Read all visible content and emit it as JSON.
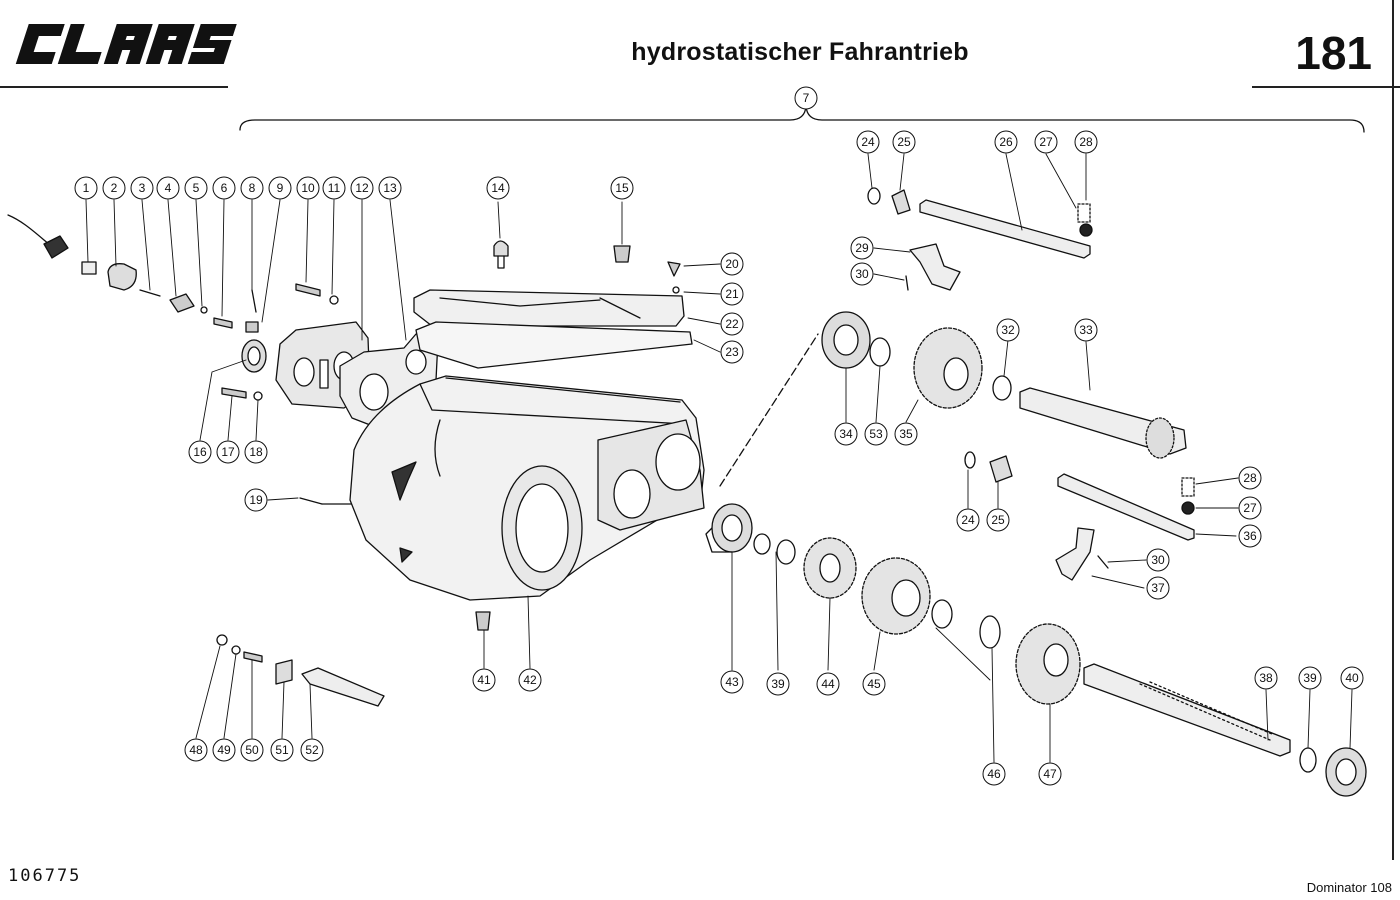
{
  "header": {
    "brand": "CLAAS",
    "title": "hydrostatischer Fahrantrieb",
    "page_number": "181"
  },
  "footer": {
    "drawing_number": "106775",
    "model": "Dominator 108"
  },
  "diagram": {
    "group_label": "7",
    "callouts": [
      "1",
      "2",
      "3",
      "4",
      "5",
      "6",
      "8",
      "9",
      "10",
      "11",
      "12",
      "13",
      "14",
      "15",
      "16",
      "17",
      "18",
      "19",
      "20",
      "21",
      "22",
      "23",
      "24",
      "25",
      "26",
      "27",
      "28",
      "29",
      "30",
      "32",
      "33",
      "34",
      "35",
      "36",
      "37",
      "38",
      "39",
      "40",
      "41",
      "42",
      "43",
      "44",
      "45",
      "46",
      "47",
      "48",
      "49",
      "50",
      "51",
      "52",
      "53"
    ]
  },
  "colors": {
    "ink": "#111111",
    "paper": "#ffffff"
  }
}
